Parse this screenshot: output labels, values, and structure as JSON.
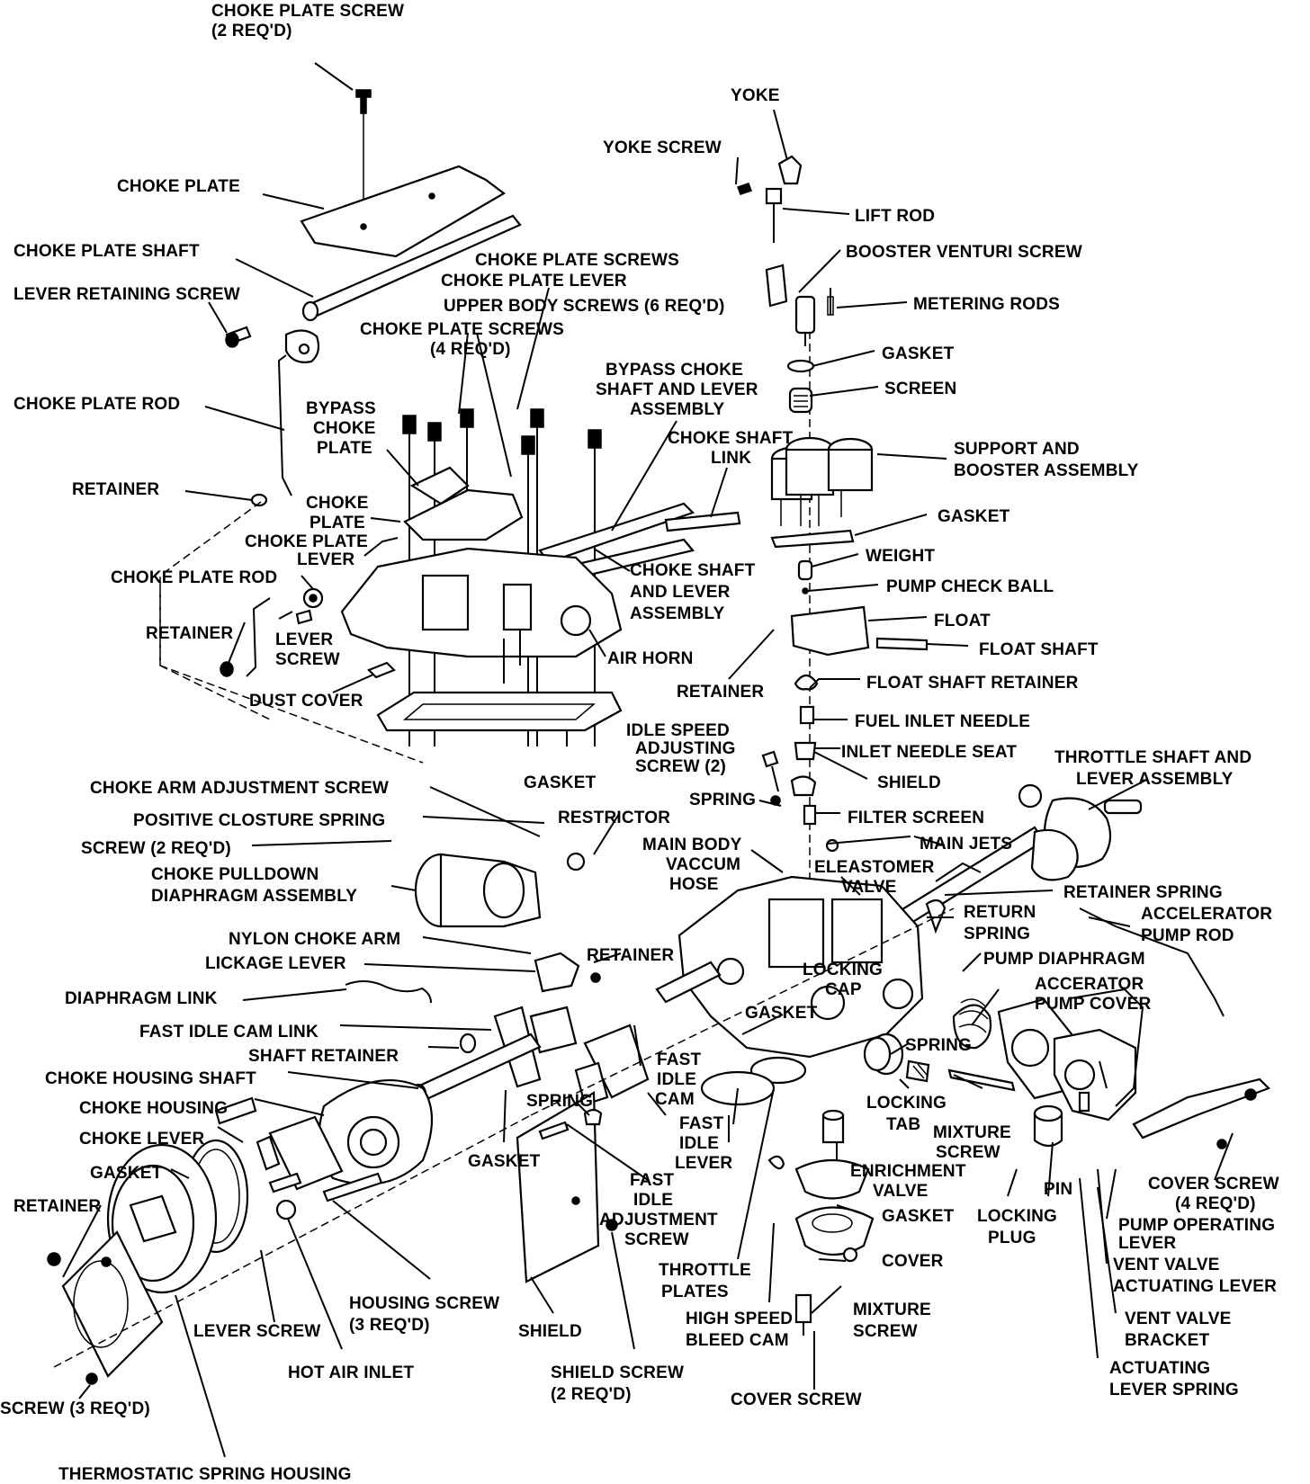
{
  "callouts": {
    "choke_plate_screw": [
      "CHOKE PLATE SCREW",
      "(2 REQ'D)"
    ],
    "choke_plate": "CHOKE PLATE",
    "choke_plate_shaft": "CHOKE PLATE SHAFT",
    "lever_retaining_screw": "LEVER RETAINING SCREW",
    "choke_plate_rod_top": "CHOKE PLATE ROD",
    "retainer_top": "RETAINER",
    "bypass_choke_plate": [
      "BYPASS",
      "CHOKE",
      "PLATE"
    ],
    "choke_plate_mid": [
      "CHOKE",
      "PLATE"
    ],
    "choke_plate_lever_mid": [
      "CHOKE PLATE",
      "LEVER"
    ],
    "choke_plate_rod_mid": "CHOKE PLATE ROD",
    "retainer_mid": "RETAINER",
    "lever_screw_mid": [
      "LEVER",
      "SCREW"
    ],
    "dust_cover": "DUST COVER",
    "choke_plate_screws_a": "CHOKE PLATE SCREWS",
    "choke_plate_lever_top": "CHOKE PLATE LEVER",
    "upper_body_screws": "UPPER BODY SCREWS (6 REQ'D)",
    "choke_plate_screws_b": [
      "CHOKE PLATE SCREWS",
      "(4 REQ'D)"
    ],
    "bypass_choke_shaft": [
      "BYPASS CHOKE",
      "SHAFT AND LEVER",
      "ASSEMBLY"
    ],
    "choke_shaft_link": [
      "CHOKE SHAFT",
      "LINK"
    ],
    "choke_shaft_lever_assy": [
      "CHOKE SHAFT",
      "AND LEVER",
      "ASSEMBLY"
    ],
    "air_horn": "AIR HORN",
    "gasket_airhorn": "GASKET",
    "yoke": "YOKE",
    "yoke_screw": "YOKE SCREW",
    "lift_rod": "LIFT ROD",
    "booster_venturi_screw": "BOOSTER VENTURI  SCREW",
    "metering_rods": "METERING RODS",
    "gasket_booster": "GASKET",
    "screen": "SCREEN",
    "support_booster": [
      "SUPPORT AND",
      "BOOSTER ASSEMBLY"
    ],
    "gasket_support": "GASKET",
    "weight": "WEIGHT",
    "pump_check_ball": "PUMP CHECK BALL",
    "float": "FLOAT",
    "float_shaft": "FLOAT SHAFT",
    "retainer_float": "RETAINER",
    "float_shaft_retainer": "FLOAT SHAFT  RETAINER",
    "fuel_inlet_needle": "FUEL INLET NEEDLE",
    "inlet_needle_seat": "INLET NEEDLE SEAT",
    "idle_speed_screw": [
      "IDLE SPEED",
      "ADJUSTING",
      "SCREW (2)"
    ],
    "shield_top": "SHIELD",
    "throttle_shaft_lever": [
      "THROTTLE SHAFT AND",
      "LEVER ASSEMBLY"
    ],
    "spring_idle": "SPRING",
    "filter_screen": "FILTER SCREEN",
    "choke_arm_adjustment": "CHOKE ARM ADJUSTMENT SCREW",
    "restrictor": "RESTRICTOR",
    "positive_closure": "POSITIVE CLOSTURE SPRING",
    "main_body": [
      "MAIN BODY",
      "VACCUM",
      "HOSE"
    ],
    "main_jets": "MAIN JETS",
    "screw_2reqd": "SCREW (2 REQ'D)",
    "eleastomer_valve": [
      "ELEASTOMER",
      "VALVE"
    ],
    "retainer_spring": "RETAINER SPRING",
    "choke_pulldown": [
      "CHOKE PULLDOWN",
      "DIAPHRAGM ASSEMBLY"
    ],
    "return_spring": [
      "RETURN",
      "SPRING"
    ],
    "accelerator_pump_rod": [
      "ACCELERATOR",
      "PUMP ROD"
    ],
    "nylon_choke_arm": "NYLON CHOKE ARM",
    "retainer_body": "RETAINER",
    "lickage_lever": "LICKAGE LEVER",
    "pump_diaphragm": "PUMP DIAPHRAGM",
    "locking_cap": [
      "LOCKING",
      "CAP"
    ],
    "accerator_pump_cover": [
      "ACCERATOR",
      "PUMP COVER"
    ],
    "diaphragm_link": "DIAPHRAGM LINK",
    "gasket_body": "GASKET",
    "fast_idle_cam_link": "FAST IDLE CAM LINK",
    "spring_body": "SPRING",
    "shaft_retainer": "SHAFT RETAINER",
    "fast_idle_cam": [
      "FAST",
      "IDLE",
      "CAM"
    ],
    "choke_housing_shaft": "CHOKE HOUSING SHAFT",
    "choke_housing": "CHOKE HOUSING",
    "spring_lower": "SPRING",
    "locking_tab": [
      "LOCKING",
      "TAB"
    ],
    "mixture_screw_right": [
      "MIXTURE",
      "SCREW"
    ],
    "fast_idle_lever": [
      "FAST",
      "IDLE",
      "LEVER"
    ],
    "choke_lever": "CHOKE LEVER",
    "gasket_lower": "GASKET",
    "enrichment_valve": [
      "ENRICHMENT",
      "VALVE"
    ],
    "gasket_left": "GASKET",
    "gasket_enrich": "GASKET",
    "pin": "PIN",
    "cover_screw_4": [
      "COVER SCREW",
      "(4 REQ'D)"
    ],
    "fast_idle_adjustment": [
      "FAST",
      "IDLE",
      "ADJUSTMENT",
      "SCREW"
    ],
    "retainer_left": "RETAINER",
    "locking_plug": [
      "LOCKING",
      "PLUG"
    ],
    "pump_operating_lever": [
      "PUMP OPERATING",
      "LEVER"
    ],
    "cover": "COVER",
    "vent_valve_actuating": [
      "VENT VALVE",
      "ACTUATING LEVER"
    ],
    "throttle_plates": [
      "THROTTLE",
      "PLATES"
    ],
    "housing_screw": [
      "HOUSING SCREW",
      "(3 REQ'D)"
    ],
    "mixture_screw_bottom": [
      "MIXTURE",
      "SCREW"
    ],
    "high_speed_bleed": [
      "HIGH SPEED",
      "BLEED CAM"
    ],
    "lever_screw_bottom": "LEVER SCREW",
    "shield_bottom": "SHIELD",
    "vent_valve_bracket": [
      "VENT VALVE",
      "BRACKET"
    ],
    "hot_air_inlet": "HOT AIR INLET",
    "shield_screw": [
      "SHIELD SCREW",
      "(2 REQ'D)"
    ],
    "actuating_lever_spring": [
      "ACTUATING",
      "LEVER SPRING"
    ],
    "cover_screw_bottom": "COVER SCREW",
    "screw_3reqd": "SCREW (3 REQ'D)",
    "thermostatic": "THERMOSTATIC SPRING HOUSING"
  }
}
